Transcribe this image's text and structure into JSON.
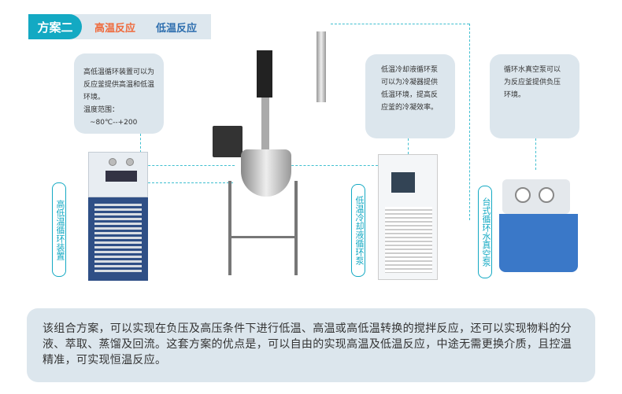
{
  "header": {
    "badge": "方案二",
    "tab_high": "高温反应",
    "tab_low": "低温反应"
  },
  "notes": {
    "chiller_heater": {
      "text": "高低温循环装置可以为反应釜提供高温和低温环境。",
      "range_label": "温度范围：",
      "range_value": "~80℃--+200"
    },
    "cooling_pump": "低温冷却液循环泵可以为冷凝器提供低温环境，提高反应釜的冷凝效率。",
    "vacuum_pump": "循环水真空泵可以为反应釜提供负压环境。"
  },
  "labels": {
    "device1": "高低温循环装置",
    "device2": "低温冷却液循环泵",
    "device3": "台式循环水真空泵"
  },
  "summary": "该组合方案，可以实现在负压及高压条件下进行低温、高温或高低温转换的搅拌反应，还可以实现物料的分液、萃取、蒸馏及回流。这套方案的优点是，可以自由的实现高温及低温反应，中途无需更换介质，且控温精准，可实现恒温反应。"
}
